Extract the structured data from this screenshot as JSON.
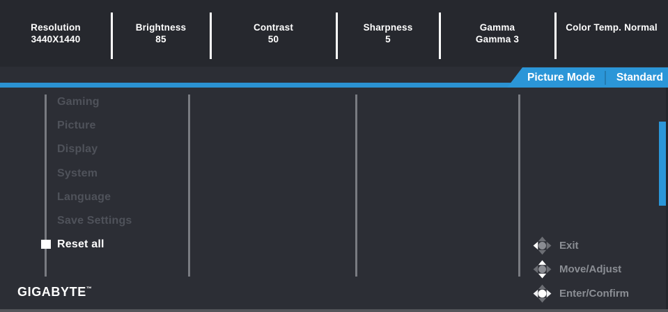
{
  "top_bar": {
    "items": [
      {
        "label": "Resolution",
        "value": "3440X1440"
      },
      {
        "label": "Brightness",
        "value": "85"
      },
      {
        "label": "Contrast",
        "value": "50"
      },
      {
        "label": "Sharpness",
        "value": "5"
      },
      {
        "label": "Gamma",
        "value": "Gamma 3"
      },
      {
        "label": "Color Temp. Normal",
        "value": ""
      }
    ]
  },
  "tab": {
    "label": "Picture Mode",
    "value": "Standard"
  },
  "menu": {
    "items": [
      {
        "label": "Gaming",
        "state": "dimmed"
      },
      {
        "label": "Picture",
        "state": "dimmed"
      },
      {
        "label": "Display",
        "state": "dimmed"
      },
      {
        "label": "System",
        "state": "dimmed"
      },
      {
        "label": "Language",
        "state": "dimmed"
      },
      {
        "label": "Save Settings",
        "state": "dimmed"
      },
      {
        "label": "Reset all",
        "state": "selected"
      }
    ]
  },
  "brand": {
    "logo": "GIGABYTE",
    "trademark": "™"
  },
  "controls": [
    {
      "icon": "joystick-left-icon",
      "label": "Exit"
    },
    {
      "icon": "joystick-up-down-icon",
      "label": "Move/Adjust"
    },
    {
      "icon": "joystick-press-icon",
      "label": "Enter/Confirm"
    }
  ],
  "colors": {
    "accent_blue": "#2b96d8",
    "top_bar_bg": "#26282e",
    "body_bg": "#2c2e35",
    "dimmed_text": "#4f525a",
    "separator_gray": "#797b81",
    "hint_text": "#8b8e94"
  }
}
